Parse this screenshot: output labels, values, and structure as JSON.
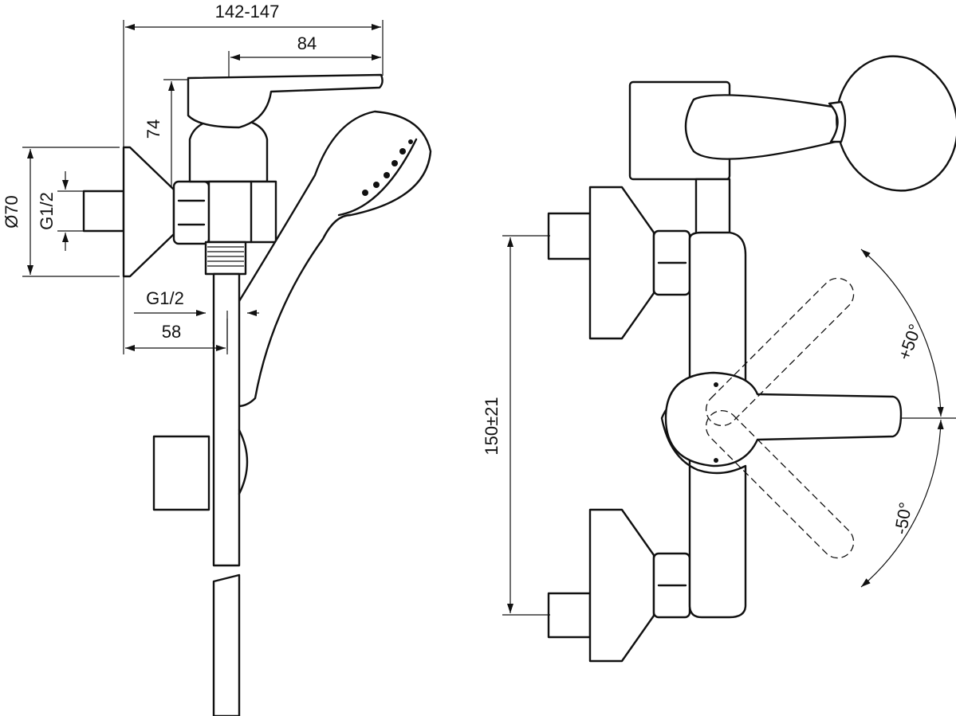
{
  "title": "Wall-mounted shower mixer technical drawing",
  "side_view": {
    "overall_depth": "142-147",
    "lever_length": "84",
    "lever_height": "74",
    "flange_diameter": "Ø70",
    "inlet_thread": "G1/2",
    "outlet_thread": "G1/2",
    "outlet_offset": "58"
  },
  "front_view": {
    "center_distance": "150±21",
    "rotation_plus": "+50°",
    "rotation_minus": "-50°"
  }
}
